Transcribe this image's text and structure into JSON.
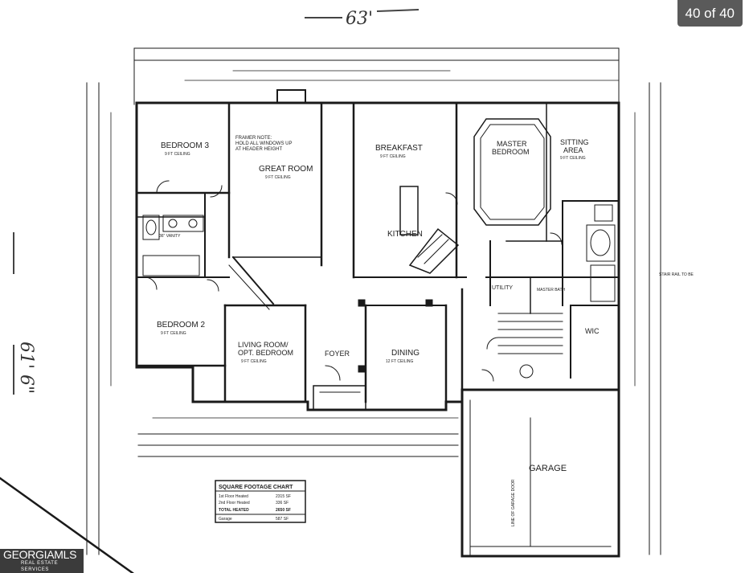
{
  "viewer": {
    "counter": "40 of 40",
    "logo_main": "GEORGIAMLS",
    "logo_sub": "REAL ESTATE SERVICES"
  },
  "plan": {
    "overall_width": "63'",
    "overall_depth": "61' 6\"",
    "rooms": {
      "bedroom3": "BEDROOM 3",
      "bedroom3_ceiling": "9 FT CEILING",
      "great_room": "GREAT ROOM",
      "great_room_ceiling": "9 FT CEILING",
      "framer_note_1": "FRAMER NOTE:",
      "framer_note_2": "HOLD ALL WINDOWS UP",
      "framer_note_3": "AT HEADER HEIGHT",
      "breakfast": "BREAKFAST",
      "breakfast_ceiling": "9 FT CEILING",
      "master_bedroom_1": "MASTER",
      "master_bedroom_2": "BEDROOM",
      "sitting_area_1": "SITTING",
      "sitting_area_2": "AREA",
      "sitting_area_ceiling": "9 FT CEILING",
      "kitchen": "KITCHEN",
      "vanity": "36\" VANITY",
      "bedroom2": "BEDROOM 2",
      "bedroom2_ceiling": "9 FT CEILING",
      "living_room_1": "LIVING ROOM/",
      "living_room_2": "OPT. BEDROOM",
      "living_room_ceiling": "9 FT CEILING",
      "foyer": "FOYER",
      "dining": "DINING",
      "dining_ceiling": "12 FT CEILING",
      "utility": "UTILITY",
      "master_bath": "MASTER BATH",
      "wic": "WIC",
      "garage": "GARAGE",
      "stair_rail_note": "STAIR RAIL TO BE",
      "line_wall_note": "LINE OF GARAGE DOOR"
    },
    "sqft_chart": {
      "title": "SQUARE FOOTAGE CHART",
      "rows": [
        {
          "label": "1st Floor Heated",
          "value": "2315 SF"
        },
        {
          "label": "2nd Floor Heated",
          "value": "336 SF"
        },
        {
          "label": "TOTAL HEATED",
          "value": "2650 SF"
        },
        {
          "label": "Garage",
          "value": "587 SF"
        }
      ]
    }
  },
  "colors": {
    "counter_bg": "#5a5a5a",
    "logo_bg": "#3b3b3b",
    "line": "#1a1a1a"
  }
}
